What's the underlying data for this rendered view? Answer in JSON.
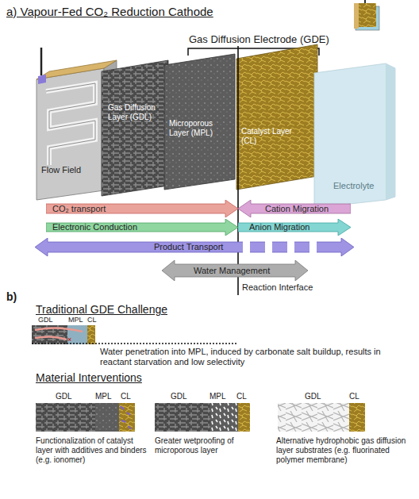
{
  "diagram": {
    "nodes": [
      {
        "text": [
          "Flow Field"
        ]
      },
      {
        "text": [
          "Gas Diffusion Layer (GDL)"
        ]
      },
      {
        "text": [
          "Microporous Layer (MPL)"
        ]
      },
      {
        "text": [
          "Catalyst Layer (CL)"
        ]
      },
      {
        "text": [
          "Electrolyte"
        ]
      },
      {
        "text": [
          "CO₂ transport"
        ]
      },
      {
        "text": [
          "Cation Migration"
        ]
      },
      {
        "text": [
          "Electronic Conduction"
        ]
      },
      {
        "text": [
          "Anion Migration"
        ]
      },
      {
        "text": [
          "Product Transport"
        ]
      },
      {
        "text": [
          "Water Management"
        ]
      }
    ],
    "labels": [
      "a) Vapour-Fed CO₂ Reduction Cathode",
      "Gas Diffusion Electrode (GDE)",
      "Reaction Interface",
      "b)",
      "Traditional GDE Challenge",
      "GDL",
      "MPL",
      "CL",
      "Water penetration into MPL, induced by carbonate salt buildup, results in reactant starvation and low selectivity",
      "Material Interventions",
      "GDL",
      "MPL",
      "CL",
      "GDL",
      "MPL",
      "CL",
      "GDL",
      "CL",
      "Functionalization of catalyst layer with additives and binders (e.g. ionomer)",
      "Greater wetproofing of microporous layer",
      "Alternative hydrophobic gas diffusion layer substrates (e.g. fluorinated polymer membrane)"
    ]
  }
}
